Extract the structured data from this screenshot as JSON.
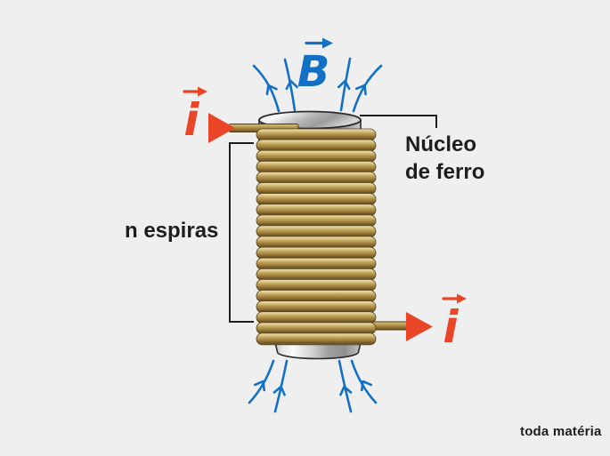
{
  "colors": {
    "bg": "#efefef",
    "blue": "#1271c4",
    "red": "#ea4527",
    "ink": "#1d1d1b",
    "gold": "#b89d55"
  },
  "coil": {
    "turns": 20
  },
  "labels": {
    "field_symbol": "B",
    "current_in_symbol": "i",
    "current_out_symbol": "i",
    "turns_label": "n espiras",
    "core_label_line1": "Núcleo",
    "core_label_line2": "de ferro",
    "watermark": "toda matéria"
  },
  "icons": {
    "vector_arrow": "→",
    "current_arrowhead": "▶"
  }
}
